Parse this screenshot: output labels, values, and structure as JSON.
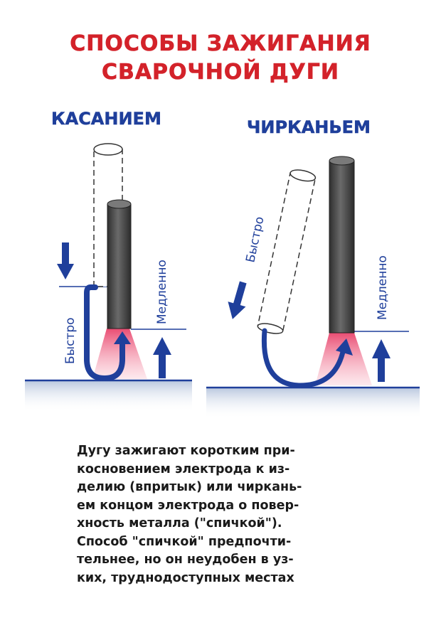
{
  "title": {
    "line1": "СПОСОБЫ ЗАЖИГАНИЯ",
    "line2": "СВАРОЧНОЙ ДУГИ"
  },
  "methods": {
    "touch": {
      "heading": "КАСАНИЕМ",
      "fast_label": "Быстро",
      "slow_label": "Медленно"
    },
    "strike": {
      "heading": "ЧИРКАНЬЕМ",
      "fast_label": "Быстро",
      "slow_label": "Медленно"
    }
  },
  "caption": {
    "lines": [
      "Дугу зажигают коротким при-",
      "косновением электрода к из-",
      "делию (впритык) или чиркань-",
      "ем концом электрода о повер-",
      "хность металла  (\"спичкой\").",
      "Способ \"спичкой\" предпочти-",
      "тельнее, но он неудобен в уз-",
      "ких, труднодоступных местах"
    ]
  },
  "colors": {
    "title": "#d3222a",
    "heading": "#1f3f9b",
    "arrow": "#1f3f9b",
    "electrode": "#4a4a4a",
    "arc_glow": "#e8436b",
    "metal_surface": "#dde4ef"
  }
}
